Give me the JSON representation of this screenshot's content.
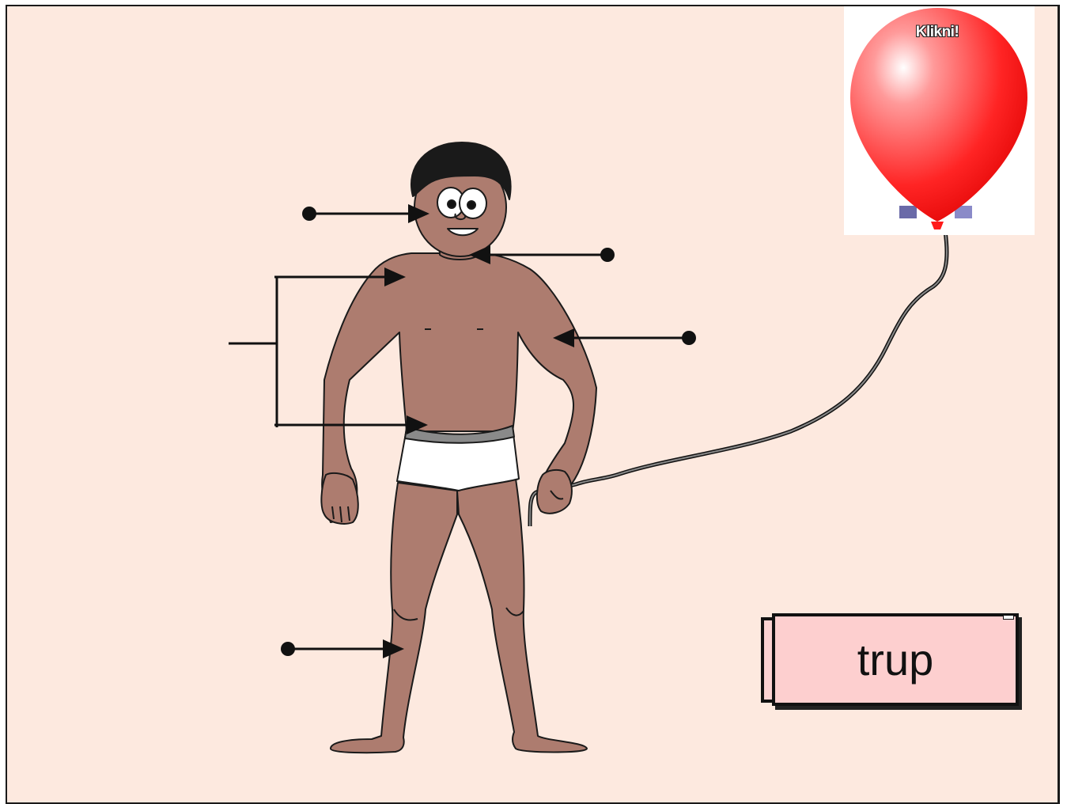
{
  "balloon": {
    "label": "Klikni!",
    "color": "#ff2a2a"
  },
  "answer_card": {
    "word": "trup",
    "color": "#fdcfcf"
  },
  "figure": {
    "skin_color": "#ad7c6f",
    "hair_color": "#1a1a1a"
  },
  "pointers": [
    {
      "name": "pointer-face"
    },
    {
      "name": "pointer-neck"
    },
    {
      "name": "pointer-arm"
    },
    {
      "name": "pointer-leg"
    },
    {
      "name": "pointer-trunk-bracket"
    }
  ],
  "colors": {
    "background": "#fde9df",
    "border": "#1a1a1a"
  }
}
